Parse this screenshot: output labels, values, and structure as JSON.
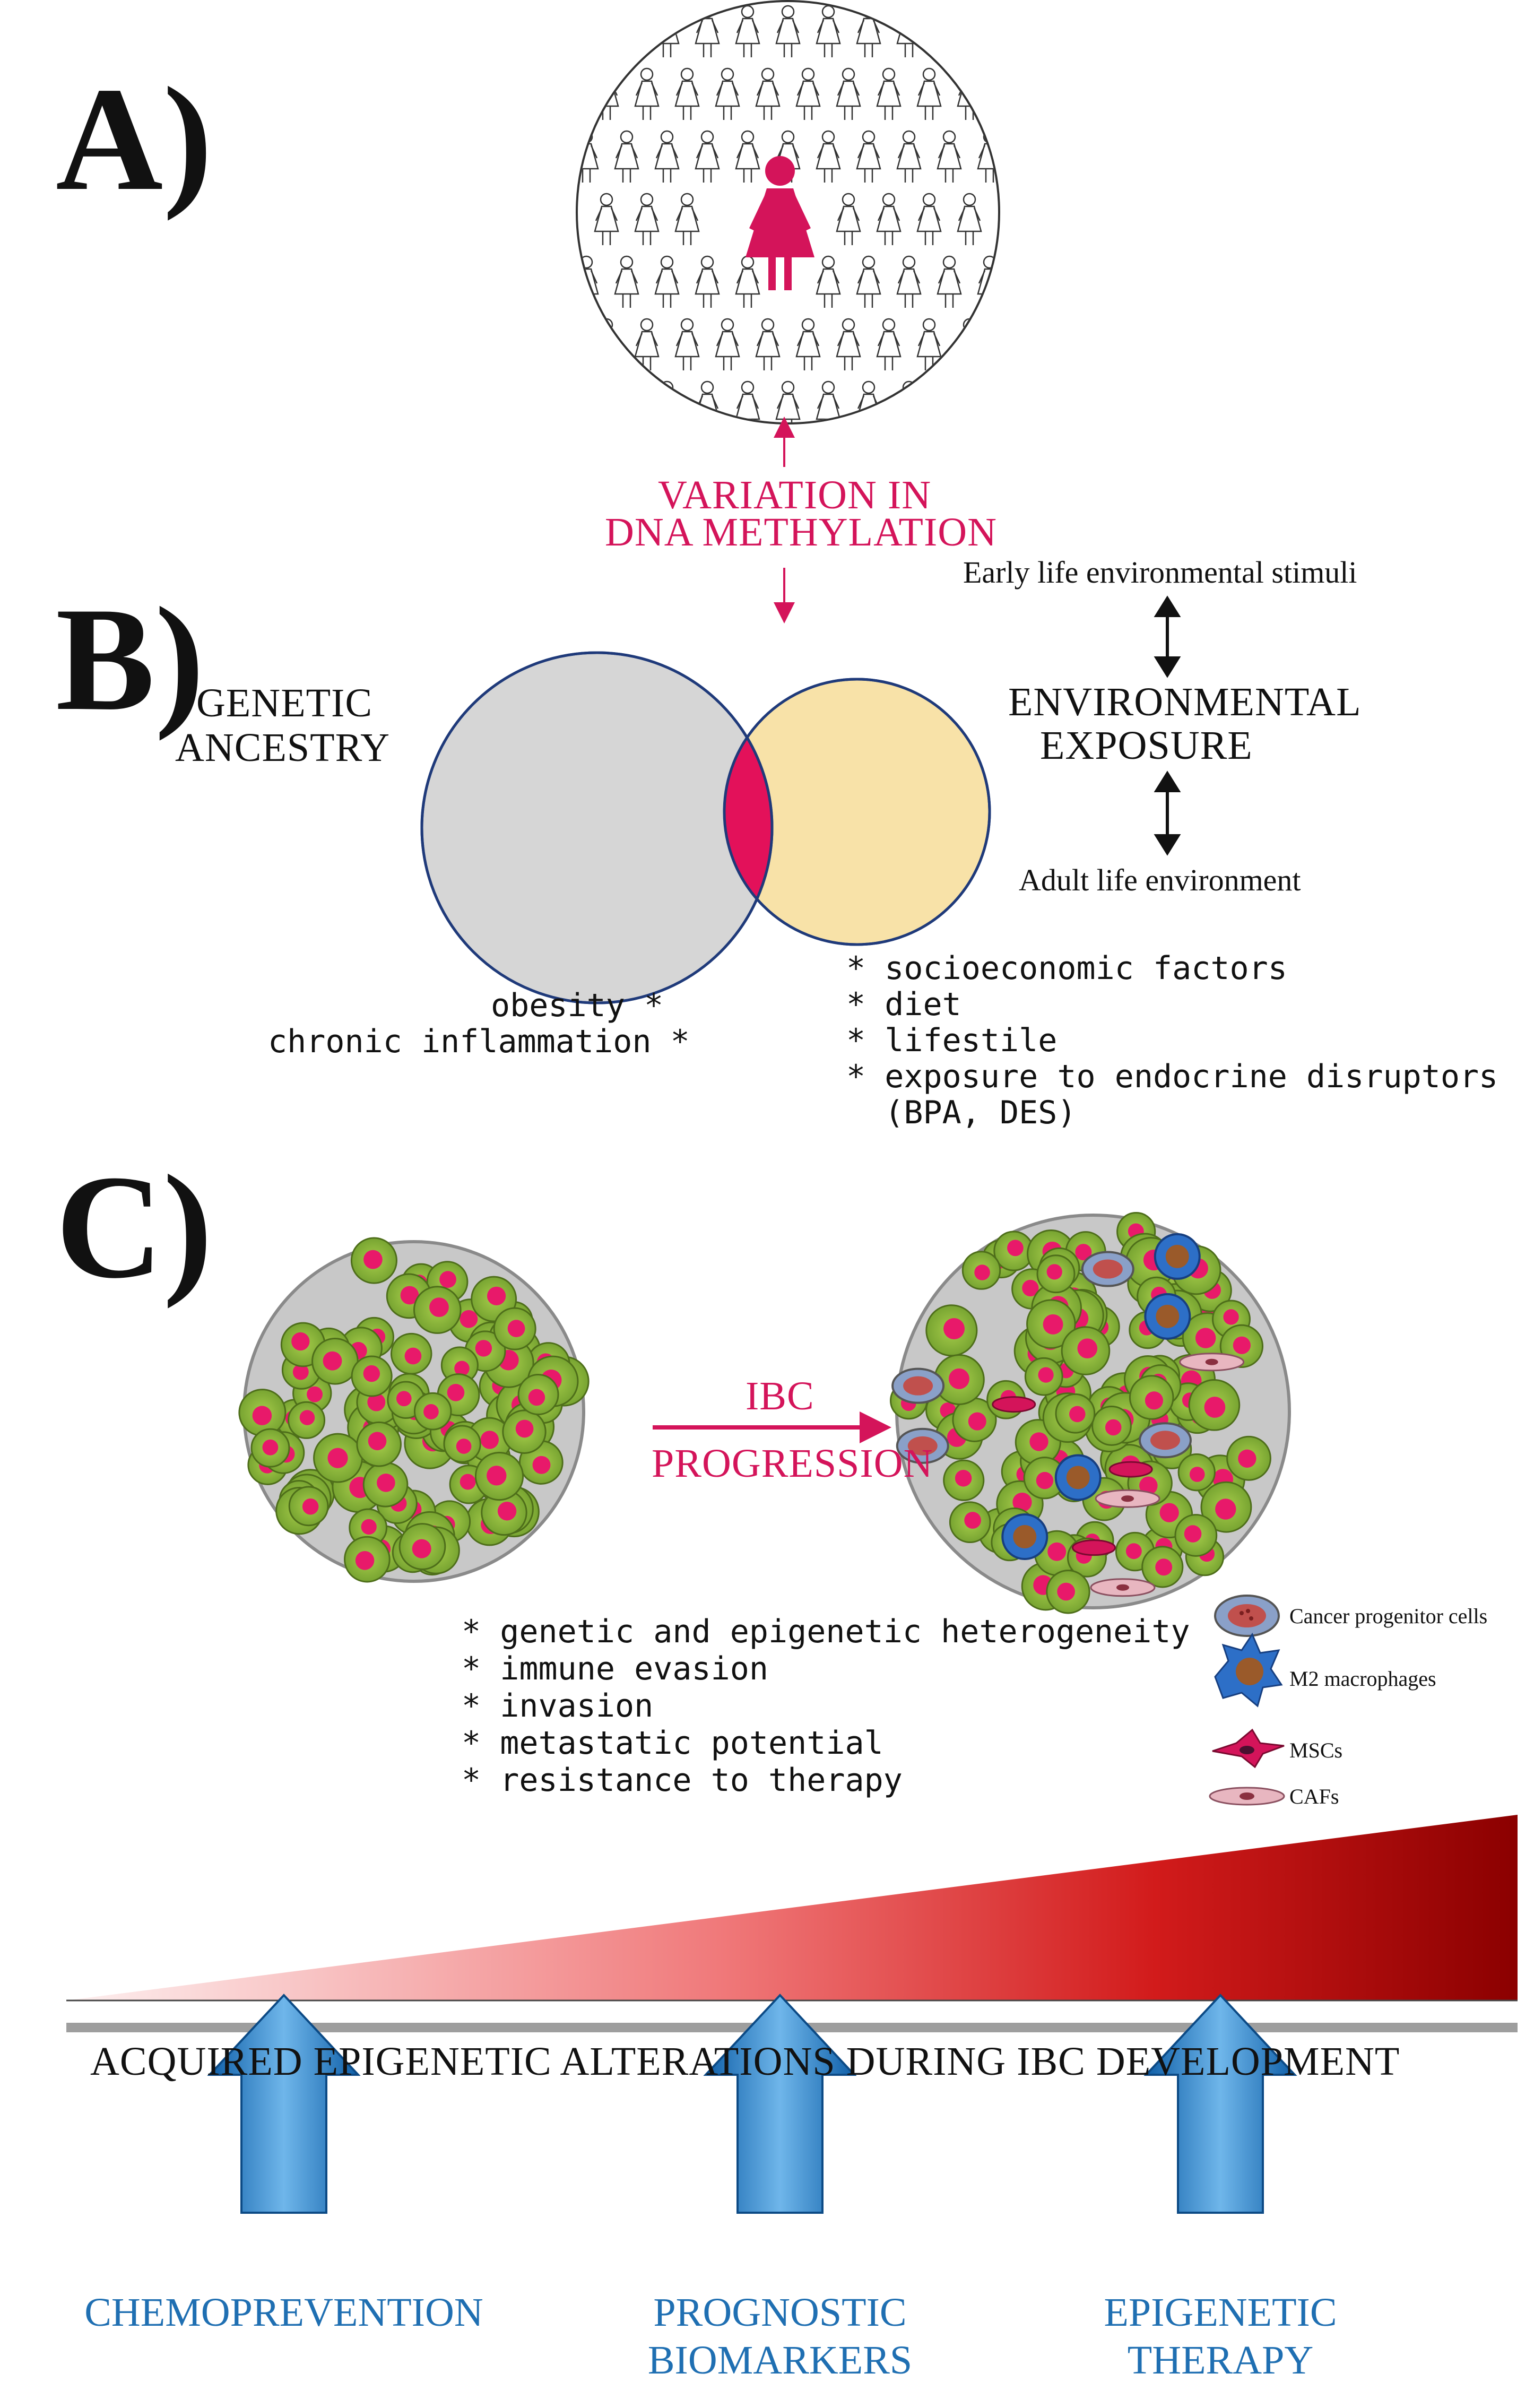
{
  "panel_a": {
    "label": "A)"
  },
  "panel_b": {
    "label": "B)",
    "methylation": [
      "VARIATION IN",
      "DNA METHYLATION"
    ],
    "genetic": [
      "GENETIC",
      "ANCESTRY"
    ],
    "environmental": [
      "ENVIRONMENTAL",
      "EXPOSURE"
    ],
    "early_life": "Early life environmental stimuli",
    "adult_life": "Adult life environment",
    "genetic_factors": [
      "obesity *",
      "chronic inflammation *"
    ],
    "environmental_factors": [
      "* socioeconomic factors",
      "* diet",
      "* lifestile",
      "* exposure to endocrine disruptors",
      "  (BPA, DES)"
    ]
  },
  "panel_c": {
    "label": "C)",
    "progression": [
      "IBC",
      "PROGRESSION"
    ],
    "features": [
      "* genetic and epigenetic heterogeneity",
      "* immune evasion",
      "* invasion",
      "* metastatic potential",
      "* resistance to therapy"
    ],
    "legend": [
      "Cancer progenitor cells",
      "M2 macrophages",
      "MSCs",
      "CAFs"
    ]
  },
  "banner": "ACQUIRED EPIGENETIC ALTERATIONS DURING IBC DEVELOPMENT",
  "applications": [
    [
      "CHEMOPREVENTION"
    ],
    [
      "PROGNOSTIC",
      "BIOMARKERS"
    ],
    [
      "EPIGENETIC",
      "THERAPY"
    ]
  ],
  "colors": {
    "magenta": "#d4145a",
    "grey_circle": "#d6d6d6",
    "yellow_circle": "#f8e2a8",
    "cell_green": "#8cb83a",
    "nucleus": "#e8196a",
    "arrow_blue": "#1f78c0",
    "gradient_dark": "#8b0000"
  }
}
